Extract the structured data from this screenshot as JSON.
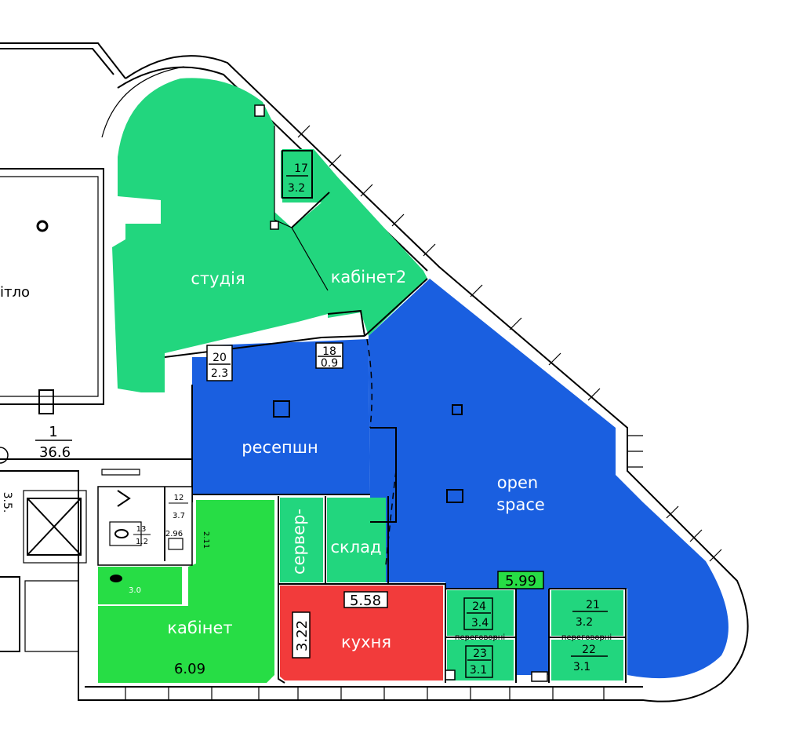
{
  "colors": {
    "studio_green": "#22d67e",
    "office_green": "#27dd45",
    "blue": "#1a5fe0",
    "red": "#f23b3b",
    "wall": "#000000",
    "background": "#ffffff"
  },
  "rooms": {
    "studio": "студія",
    "cabinet2": "кабінет2",
    "reception": "ресепшн",
    "openspace_line1": "open",
    "openspace_line2": "space",
    "server": "сервер-",
    "storage": "склад",
    "kitchen": "кухня",
    "cabinet": "кабінет",
    "meeting_left": "переговорні",
    "meeting_right": "переговорні",
    "partial_left": "ітло"
  },
  "areas": {
    "r17_num": "17",
    "r17_area": "3.2",
    "r18_num": "18",
    "r18_area": "0.9",
    "r20_num": "20",
    "r20_area": "2.3",
    "r1_num": "1",
    "r1_area": "36.6",
    "r12_num": "12",
    "r12_area": "3.7",
    "r13_num": "13",
    "r13_area": "1.2",
    "r296": "2.96",
    "r211": "2.11",
    "r30": "3.0",
    "kitchen_w": "5.58",
    "kitchen_h": "3.22",
    "open_w": "5.99",
    "cabinet_w": "6.09",
    "r24_num": "24",
    "r24_area": "3.4",
    "r23_num": "23",
    "r23_area": "3.1",
    "r21_num": "21",
    "r21_area": "3.2",
    "r22_num": "22",
    "r22_area": "3.1",
    "edge_partial": "3.5."
  }
}
